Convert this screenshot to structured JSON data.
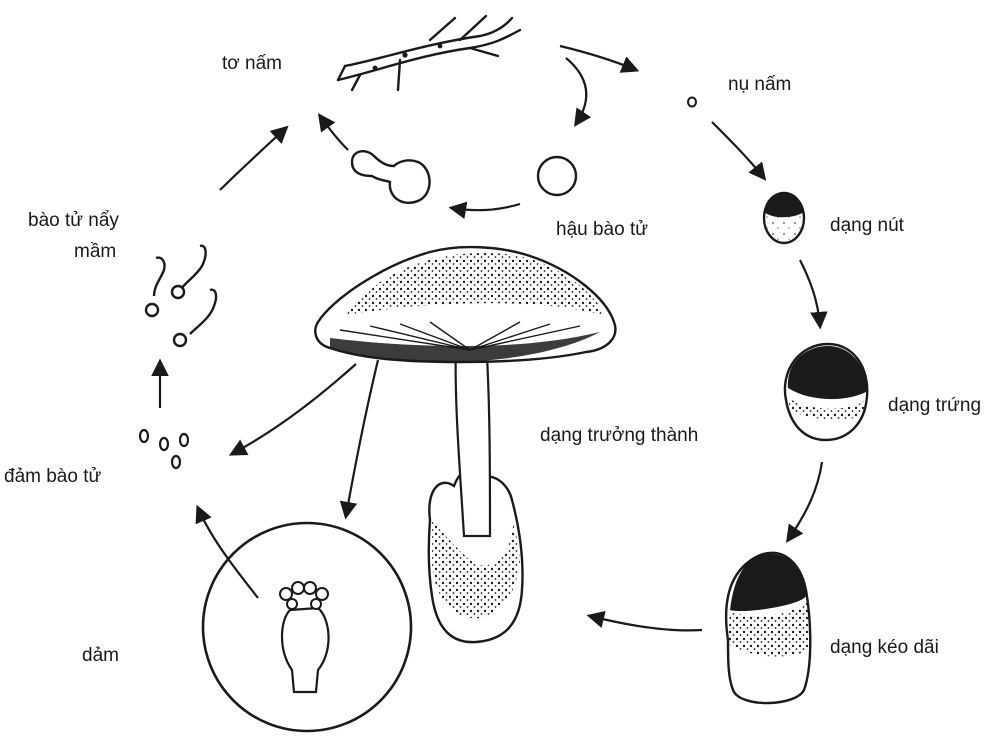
{
  "labels": {
    "mycelium": "tơ nấm",
    "pinhead": "nụ nấm",
    "button": "dạng nút",
    "egg": "dạng trứng",
    "elongation": "dạng kéo dãi",
    "mature": "dạng trưởng thành",
    "basidium": "dảm",
    "basidiospores": "đảm bào tử",
    "germinating_spores_line1": "bào tử nẩy",
    "germinating_spores_line2": "mầm",
    "chlamydospore": "hậu bào tử"
  },
  "colors": {
    "ink": "#1a1a1a",
    "background": "#ffffff"
  }
}
